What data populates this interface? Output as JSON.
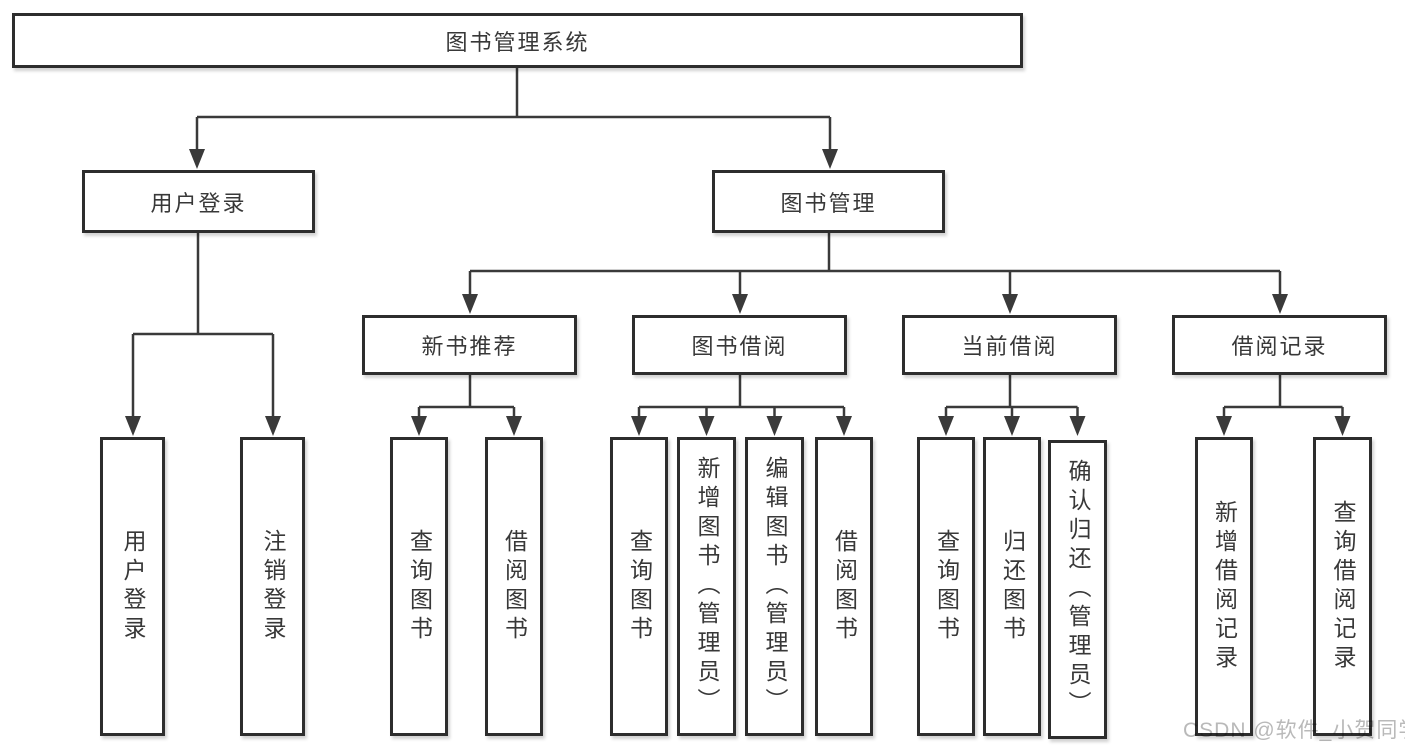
{
  "diagram": {
    "root": {
      "label": "图书管理系统"
    },
    "branches": [
      {
        "label": "用户登录",
        "children": [
          {
            "label": "用户登录"
          },
          {
            "label": "注销登录"
          }
        ]
      },
      {
        "label": "图书管理",
        "children": [
          {
            "label": "新书推荐",
            "children": [
              {
                "label": "查询图书"
              },
              {
                "label": "借阅图书"
              }
            ]
          },
          {
            "label": "图书借阅",
            "children": [
              {
                "label": "查询图书"
              },
              {
                "label": "新增图书（管理员）"
              },
              {
                "label": "编辑图书（管理员）"
              },
              {
                "label": "借阅图书"
              }
            ]
          },
          {
            "label": "当前借阅",
            "children": [
              {
                "label": "查询图书"
              },
              {
                "label": "归还图书"
              },
              {
                "label": "确认归还（管理员）"
              }
            ]
          },
          {
            "label": "借阅记录",
            "children": [
              {
                "label": "新增借阅记录"
              },
              {
                "label": "查询借阅记录"
              }
            ]
          }
        ]
      }
    ],
    "watermark": "CSDN @软件_小贺同学",
    "colors": {
      "line": "#3a3a3a",
      "box_border": "#2d2d2d",
      "box_fill": "#ffffff",
      "text": "#383838",
      "watermark": "#b9b9b9"
    }
  }
}
